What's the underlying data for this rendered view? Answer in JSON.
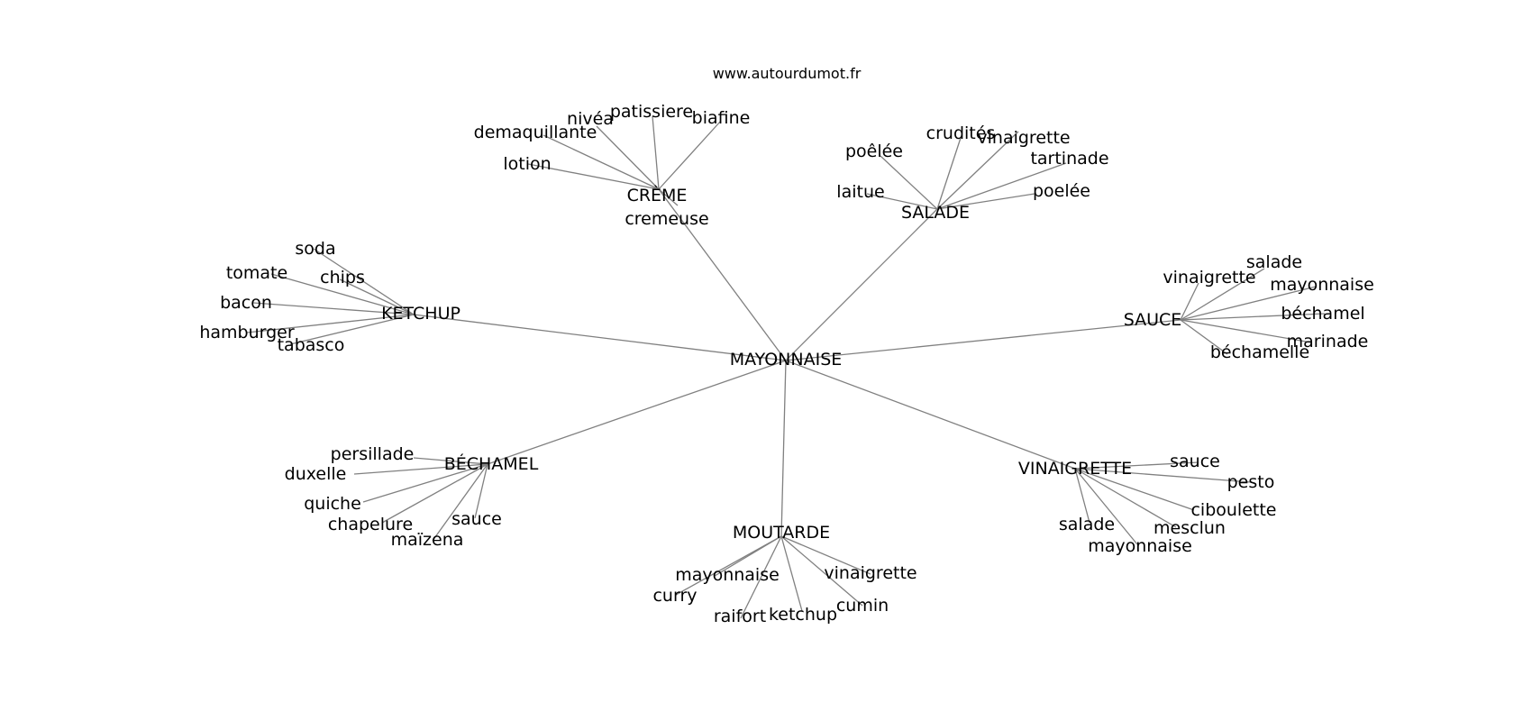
{
  "watermark": "www.autourdumot.fr",
  "graph": {
    "center": "MAYONNAISE",
    "hubs": [
      {
        "id": "creme",
        "label": "CRÈME",
        "leaves": [
          "lotion",
          "demaquillante",
          "nivéa",
          "patissiere",
          "biafine",
          "cremeuse"
        ]
      },
      {
        "id": "salade",
        "label": "SALADE",
        "leaves": [
          "laitue",
          "poêlée",
          "crudités",
          "vinaigrette",
          "tartinade",
          "poelée"
        ]
      },
      {
        "id": "sauce",
        "label": "SAUCE",
        "leaves": [
          "vinaigrette",
          "salade",
          "mayonnaise",
          "béchamel",
          "marinade",
          "béchamelle"
        ]
      },
      {
        "id": "vinaigrette",
        "label": "VINAIGRETTE",
        "leaves": [
          "sauce",
          "pesto",
          "ciboulette",
          "mesclun",
          "mayonnaise",
          "salade"
        ]
      },
      {
        "id": "moutarde",
        "label": "MOUTARDE",
        "leaves": [
          "mayonnaise",
          "curry",
          "raifort",
          "ketchup",
          "cumin",
          "vinaigrette"
        ]
      },
      {
        "id": "bechamel",
        "label": "BÉCHAMEL",
        "leaves": [
          "persillade",
          "duxelle",
          "quiche",
          "chapelure",
          "maïzena",
          "sauce"
        ]
      },
      {
        "id": "ketchup",
        "label": "KETCHUP",
        "leaves": [
          "soda",
          "tomate",
          "chips",
          "bacon",
          "hamburger",
          "tabasco"
        ]
      }
    ]
  }
}
